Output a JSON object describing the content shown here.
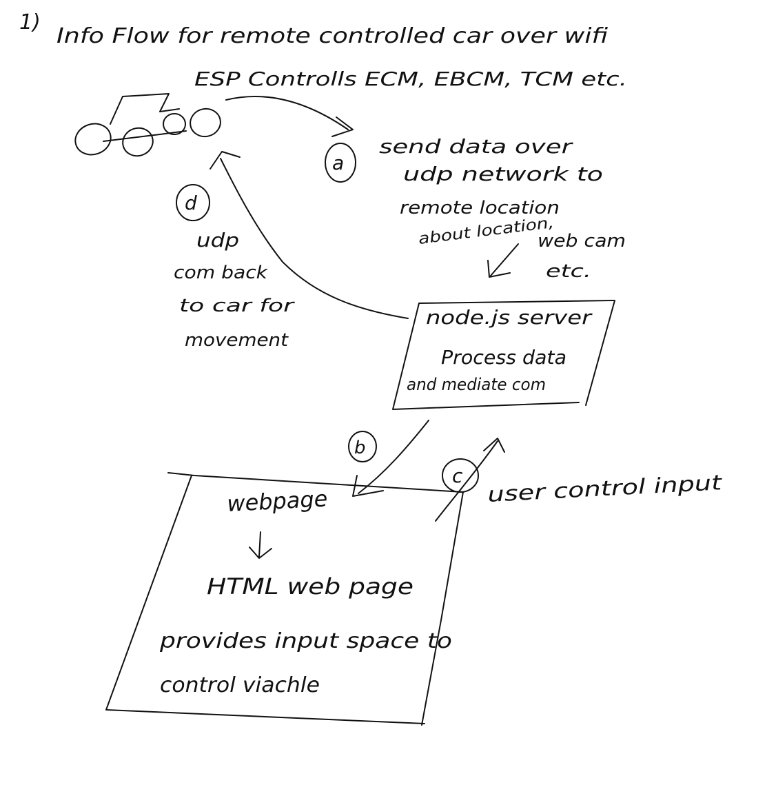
{
  "title": {
    "number": "1)",
    "line1": "Info Flow for remote controlled car over wifi",
    "line2": "ESP Controlls ECM, EBCM, TCM etc."
  },
  "steps": {
    "a": {
      "marker": "a",
      "lines": [
        "send data over",
        "udp network to",
        "remote location",
        "about location,",
        "web cam",
        "etc."
      ]
    },
    "b": {
      "marker": "b"
    },
    "c": {
      "marker": "c",
      "label": "user control input"
    },
    "d": {
      "marker": "d",
      "lines": [
        "udp",
        "com back",
        "to car for",
        "movement"
      ]
    }
  },
  "server_box": {
    "title": "node.js server",
    "line1": "Process data",
    "line2": "and mediate com"
  },
  "webpage_box": {
    "title": "webpage",
    "line1": "HTML web page",
    "line2": "provides input space to",
    "line3": "control viachle"
  },
  "colors": {
    "ink": "#111111",
    "paper": "#ffffff"
  }
}
